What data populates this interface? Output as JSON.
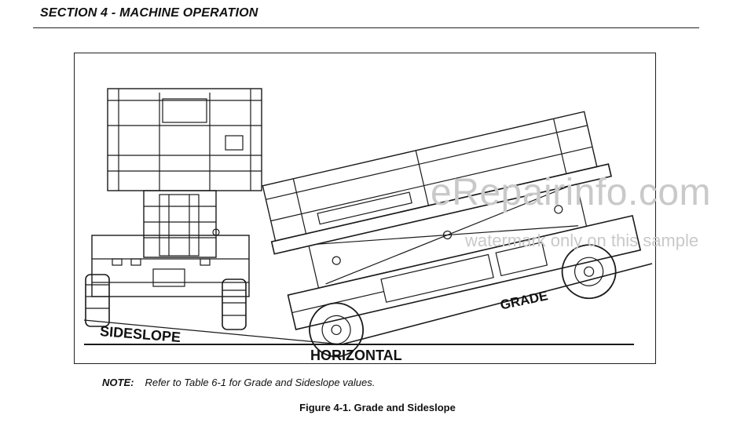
{
  "header": {
    "section_title": "SECTION 4 - MACHINE OPERATION"
  },
  "figure": {
    "labels": {
      "sideslope": "SIDESLOPE",
      "horizontal": "HORIZONTAL",
      "grade": "GRADE"
    }
  },
  "watermark": {
    "main": "eRepairinfo.com",
    "sub": "watermark only on this sample"
  },
  "note": {
    "label": "NOTE:",
    "text": "Refer to Table 6-1 for Grade and Sideslope values."
  },
  "caption": "Figure 4-1. Grade and Sideslope"
}
